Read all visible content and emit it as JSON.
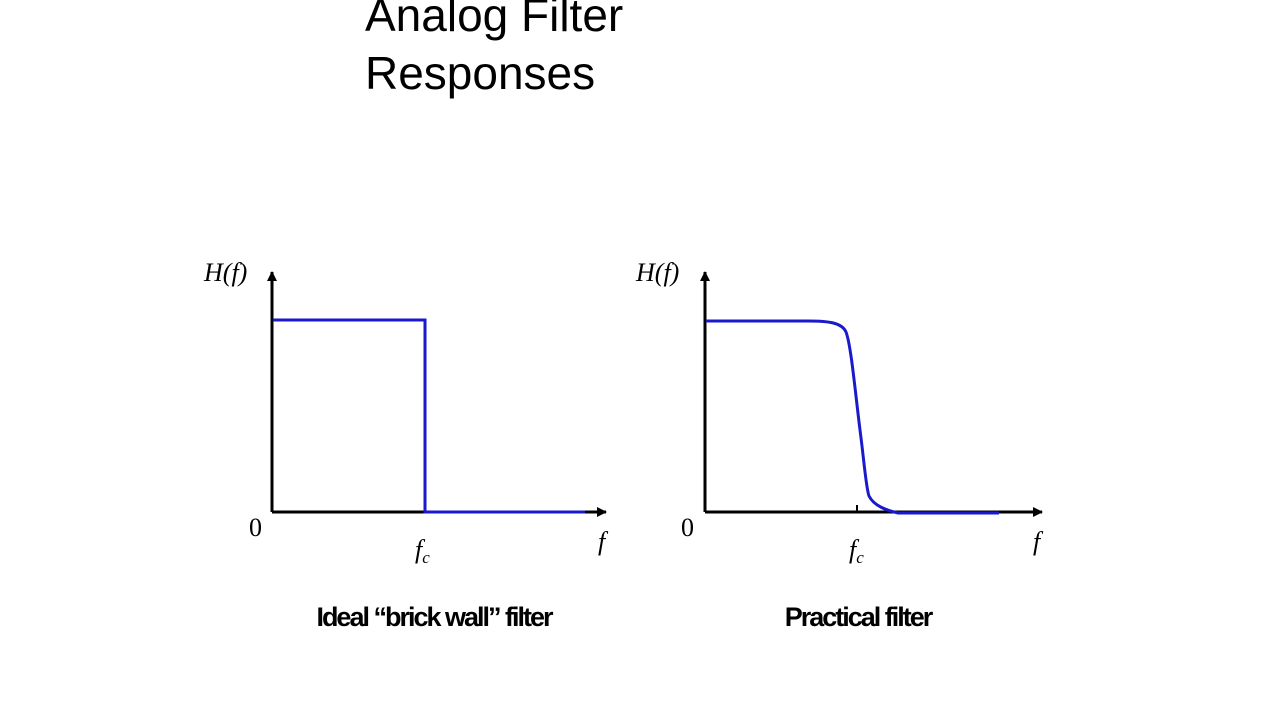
{
  "title": {
    "line1": "Analog Filter",
    "line2": "Responses"
  },
  "diagrams": [
    {
      "caption": "Ideal “brick wall” filter",
      "y_axis_label": {
        "main": "H(",
        "var": "f",
        "close": ")"
      },
      "origin_label": "0",
      "x_axis_label": "f",
      "cutoff_label": {
        "main": "f",
        "sub": "c"
      }
    },
    {
      "caption": "Practical filter",
      "y_axis_label": {
        "main": "H(",
        "var": "f",
        "close": ")"
      },
      "origin_label": "0",
      "x_axis_label": "f",
      "cutoff_label": {
        "main": "f",
        "sub": "c"
      }
    }
  ],
  "colors": {
    "curve": "#1a1acc",
    "axis": "#000000"
  }
}
